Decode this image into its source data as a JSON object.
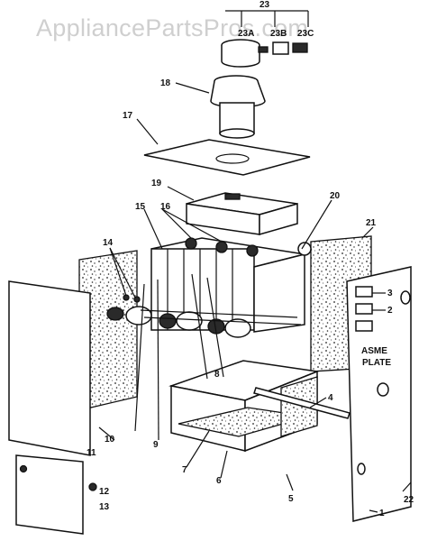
{
  "watermark": "AppliancePartsPros.com",
  "plate_text": [
    "ASME",
    "PLATE"
  ],
  "callouts": {
    "c1": "1",
    "c2": "2",
    "c3": "3",
    "c4": "4",
    "c5": "5",
    "c6": "6",
    "c7": "7",
    "c8": "8",
    "c9": "9",
    "c10": "10",
    "c11": "11",
    "c12": "12",
    "c13": "13",
    "c14": "14",
    "c15": "15",
    "c16": "16",
    "c17": "17",
    "c18": "18",
    "c19": "19",
    "c20": "20",
    "c21": "21",
    "c22": "22",
    "c23": "23",
    "c23a": "23A",
    "c23b": "23B",
    "c23c": "23C"
  }
}
